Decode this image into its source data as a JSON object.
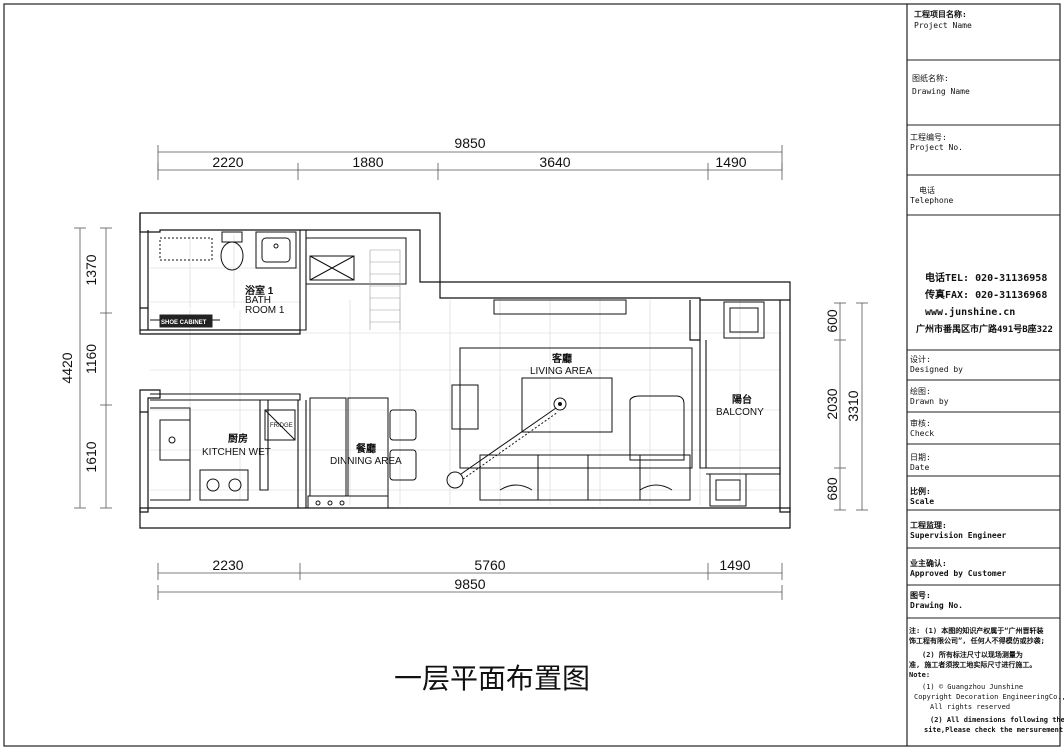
{
  "drawing": {
    "title": "一层平面布置图",
    "dims_top": [
      "2220",
      "1880",
      "3640",
      "1490"
    ],
    "dims_top_total": "9850",
    "dims_bottom": [
      "2230",
      "5760",
      "1490"
    ],
    "dims_bottom_total": "9850",
    "dims_left": [
      "1370",
      "1160",
      "1610"
    ],
    "dims_left_total": "4420",
    "dims_right": [
      "600",
      "2030",
      "680"
    ],
    "dims_right_total": "3310",
    "rooms": {
      "bath_cn": "浴室 1",
      "bath_en1": "BATH",
      "bath_en2": "ROOM 1",
      "shoe_cabinet": "SHOE CABINET",
      "kitchen_cn": "厨房",
      "kitchen_en": "KITCHEN WET",
      "fridge": "FRIDGE",
      "dining_cn": "餐廳",
      "dining_en": "DINNING AREA",
      "living_cn": "客廳",
      "living_en": "LIVING AREA",
      "balcony_cn": "陽台",
      "balcony_en": "BALCONY"
    }
  },
  "title_block": {
    "project_name_cn": "工程项目名称:",
    "project_name_en": "Project  Name",
    "drawing_name_cn": "图纸名称:",
    "drawing_name_en": "Drawing Name",
    "project_no_cn": "工程编号:",
    "project_no_en": "Project No.",
    "telephone_cn": "电话",
    "telephone_en": "Telephone",
    "company_tel": "电话TEL: 020-31136958",
    "company_fax": "传真FAX: 020-31136968",
    "company_web": "www.junshine.cn",
    "company_addr": "广州市番禺区市广路491号B座322",
    "designed_cn": "设计:",
    "designed_en": "Designed by",
    "drawn_cn": "绘图:",
    "drawn_en": "Drawn by",
    "check_cn": "审核:",
    "check_en": "Check",
    "date_cn": "日期:",
    "date_en": "Date",
    "scale_cn": "比例:",
    "scale_en": "Scale",
    "supervision_cn": "工程监理:",
    "supervision_en": "Supervision Engineer",
    "approved_cn": "业主确认:",
    "approved_en": "Approved by Customer",
    "drawing_no_cn": "图号:",
    "drawing_no_en": "Drawing No.",
    "notes": [
      "注: (1) 本图的知识产权属于“广州晋轩装",
      "饰工程有限公司”, 任何人不得模仿或抄袭;",
      "(2) 所有标注尺寸以现场测量为",
      "准, 施工者须按工地实际尺寸进行施工。",
      "Note:",
      "(1)          © Guangzhou Junshine",
      "Copyright Decoration EngineeringCo., Ltd.",
      "All rights reserved",
      "(2) All dimensions following the",
      "site,Please check the mersurement"
    ]
  }
}
